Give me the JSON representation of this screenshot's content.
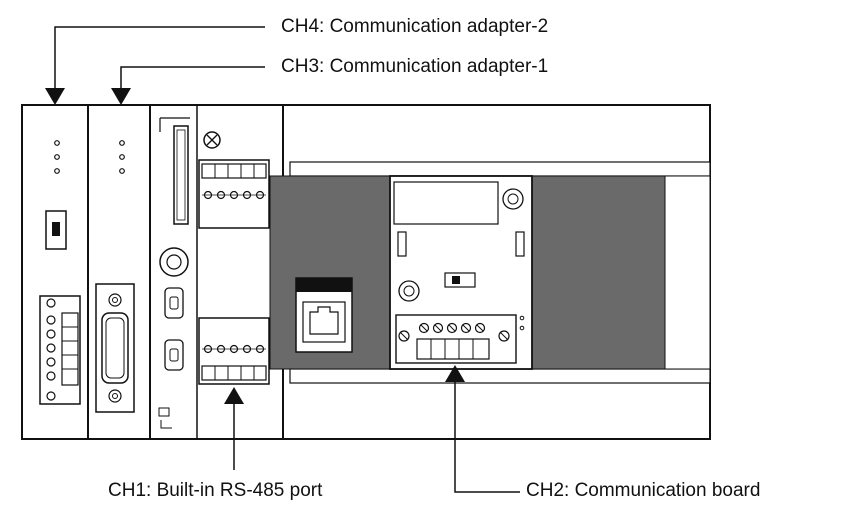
{
  "labels": {
    "ch4": "CH4: Communication adapter-2",
    "ch3": "CH3: Communication adapter-1",
    "ch1": "CH1: Built-in RS-485 port",
    "ch2": "CH2: Communication board"
  },
  "colors": {
    "line": "#111111",
    "panel": "#ffffff",
    "dark_panel": "#6a6a6a",
    "light_rail": "#e6e6e6"
  }
}
